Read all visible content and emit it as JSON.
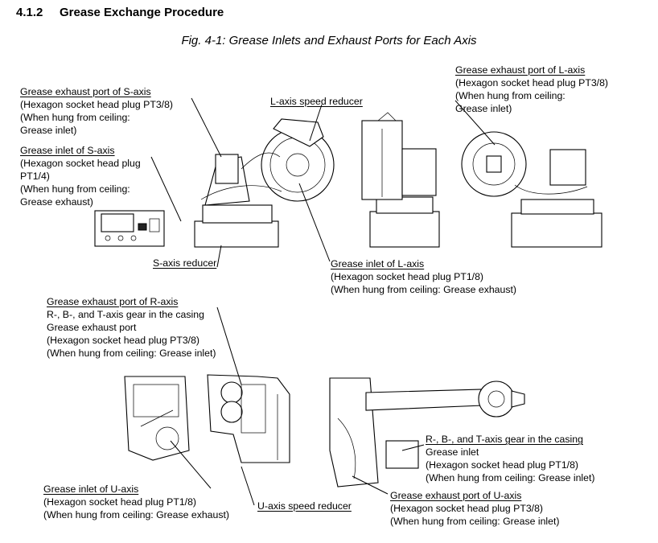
{
  "section": {
    "number": "4.1.2",
    "title": "Grease Exchange Procedure"
  },
  "figure_caption": "Fig. 4-1: Grease Inlets and Exhaust Ports for Each Axis",
  "callouts": {
    "s_exhaust": [
      "Grease exhaust port of S-axis",
      "(Hexagon socket head plug PT3/8)",
      "(When hung from ceiling:",
      "Grease inlet)"
    ],
    "s_inlet": [
      "Grease inlet of S-axis",
      "(Hexagon socket head plug",
      "PT1/4)",
      "(When hung from ceiling:",
      "Grease exhaust)"
    ],
    "l_reducer": [
      "L-axis speed reducer"
    ],
    "l_exhaust": [
      "Grease exhaust port of L-axis",
      "(Hexagon socket head plug PT3/8)",
      "(When hung from ceiling:",
      "Grease inlet)"
    ],
    "s_reducer": [
      "S-axis reducer"
    ],
    "l_inlet": [
      "Grease inlet of L-axis",
      "(Hexagon socket head plug PT1/8)",
      "(When hung from ceiling: Grease exhaust)"
    ],
    "r_exhaust": [
      "Grease exhaust port of R-axis",
      "R-, B-, and T-axis gear in the casing",
      "Grease exhaust port",
      "(Hexagon socket head plug PT3/8)",
      "(When hung from ceiling: Grease inlet)"
    ],
    "rbt_inlet": [
      "R-, B-, and T-axis gear in the casing",
      "Grease inlet",
      "(Hexagon socket head plug PT1/8)",
      "(When hung from ceiling: Grease inlet)"
    ],
    "u_inlet": [
      "Grease inlet of U-axis",
      "(Hexagon socket head plug PT1/8)",
      "(When hung from ceiling: Grease exhaust)"
    ],
    "u_reducer": [
      "U-axis speed reducer"
    ],
    "u_exhaust": [
      "Grease exhaust port of U-axis",
      "(Hexagon socket head plug PT3/8)",
      "(When hung from ceiling: Grease inlet)"
    ]
  }
}
